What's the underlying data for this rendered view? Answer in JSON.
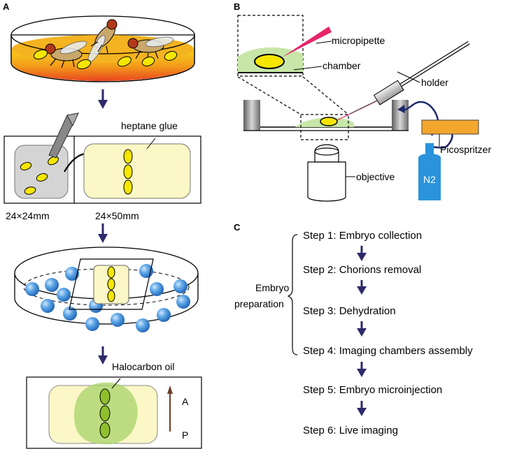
{
  "panels": {
    "a": "A",
    "b": "B",
    "c": "C"
  },
  "panel_a": {
    "heptane_glue": "heptane glue",
    "coverslip_small": "24×24mm",
    "coverslip_large": "24×50mm",
    "halocarbon_oil": "Halocarbon oil",
    "axis_anterior": "A",
    "axis_posterior": "P"
  },
  "panel_b": {
    "micropipette": "micropipette",
    "chamber": "chamber",
    "holder": "holder",
    "picospritzer": "Picospritzer",
    "objective": "objective",
    "n2": "N2"
  },
  "panel_c": {
    "group_label_line1": "Embryo",
    "group_label_line2": "preparation",
    "steps": [
      "Step 1: Embryo collection",
      "Step 2: Chorions removal",
      "Step 3: Dehydration",
      "Step 4: Imaging chambers assembly",
      "Step 5: Embryo microinjection",
      "Step 6: Live imaging"
    ]
  },
  "colors": {
    "arrow": "#2e2a6b",
    "embryo": "#f6e600",
    "coverslip": "#fbf7c6",
    "bead": "#3f8fd6",
    "oil": "#9fcf5a",
    "pipette": "#e8246b",
    "plate_orange": "#f39a1a",
    "plate_red": "#e8461e",
    "chamber_green": "#c7e6a8",
    "n2_blue": "#2a93dc",
    "picospritzer": "#f3a62d",
    "tube": "#1d2a6b"
  }
}
